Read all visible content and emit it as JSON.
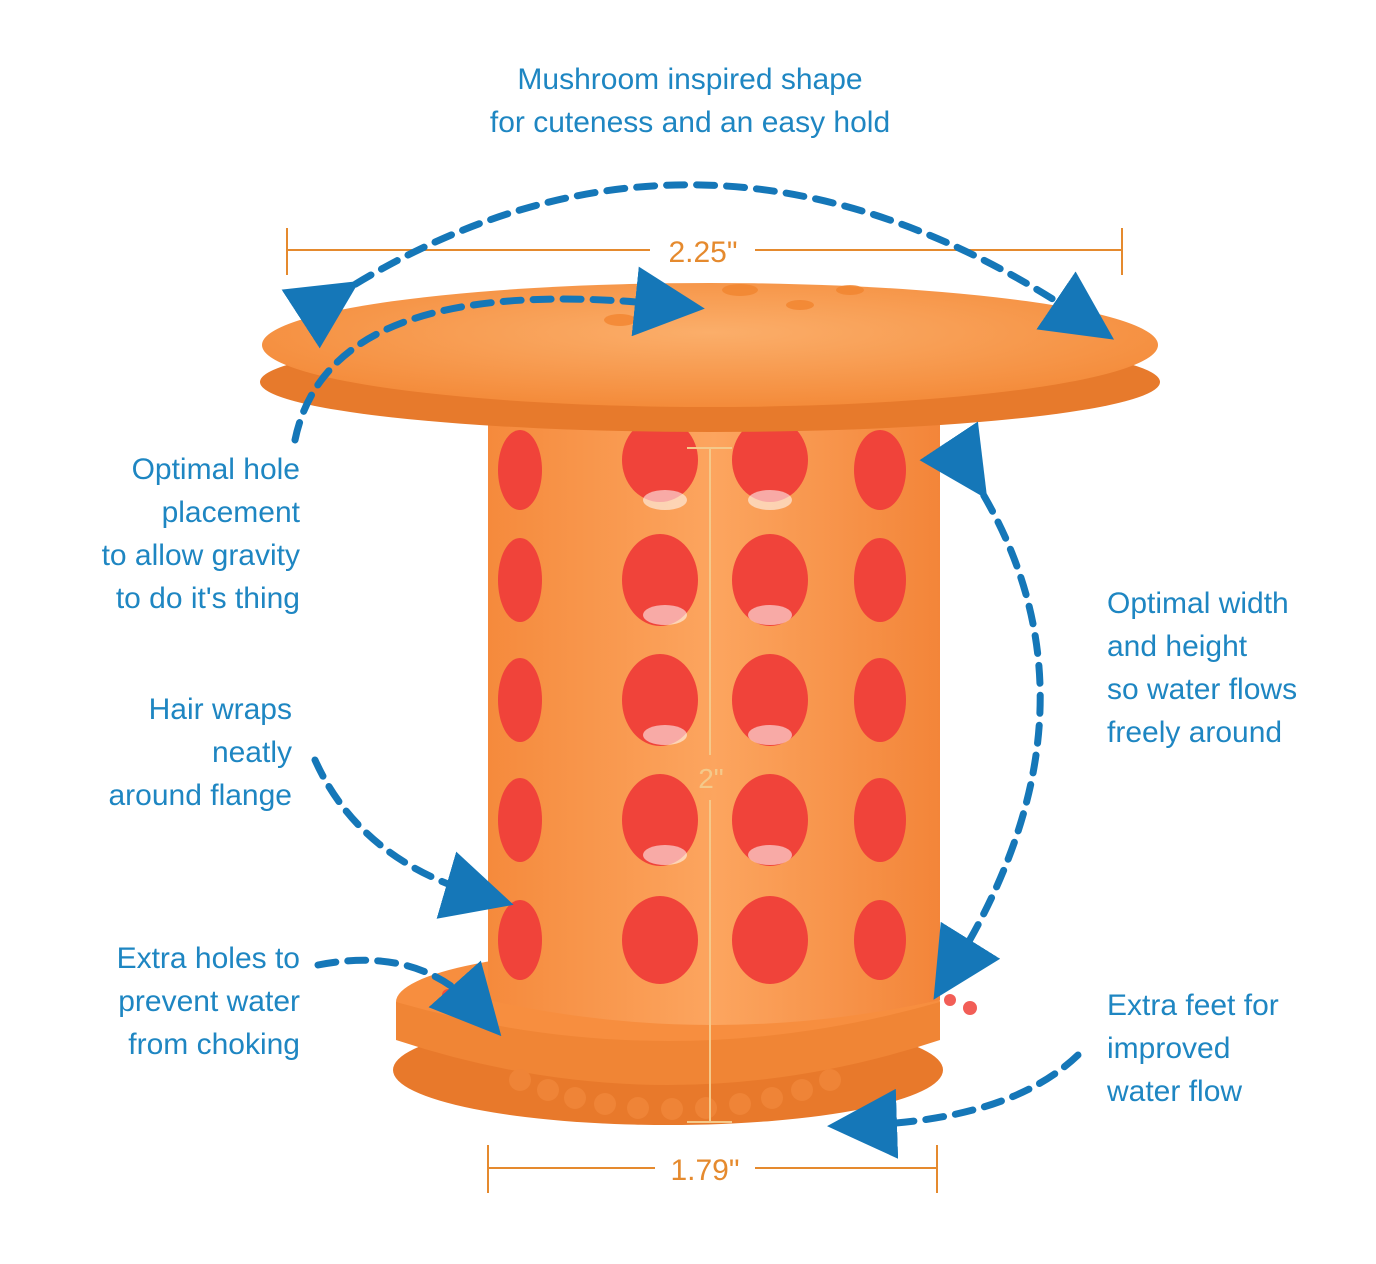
{
  "colors": {
    "callout_text": "#1e86c2",
    "arrow": "#1577b8",
    "dimension": "#e58a2e",
    "product_body": "#f7913f",
    "product_shade": "#ea7a2c",
    "hole": "#f0433a"
  },
  "callouts": {
    "mushroom": [
      "Mushroom inspired shape",
      "for cuteness and an easy hold"
    ],
    "holes": [
      "Optimal hole",
      "placement",
      "to allow gravity",
      "to do it's thing"
    ],
    "hair": [
      "Hair wraps",
      "neatly",
      "around flange"
    ],
    "extra_holes": [
      "Extra holes to",
      "prevent water",
      "from choking"
    ],
    "width_height": [
      "Optimal width",
      "and height",
      "so water flows",
      "freely around"
    ],
    "feet": [
      "Extra feet for",
      "improved",
      "water flow"
    ]
  },
  "dimensions": {
    "top_width": "2.25\"",
    "height": "2\"",
    "bottom_width": "1.79\""
  },
  "icons": {
    "arrow": "dashed-curved-arrow-icon",
    "product": "drain-hair-catcher-illustration"
  }
}
